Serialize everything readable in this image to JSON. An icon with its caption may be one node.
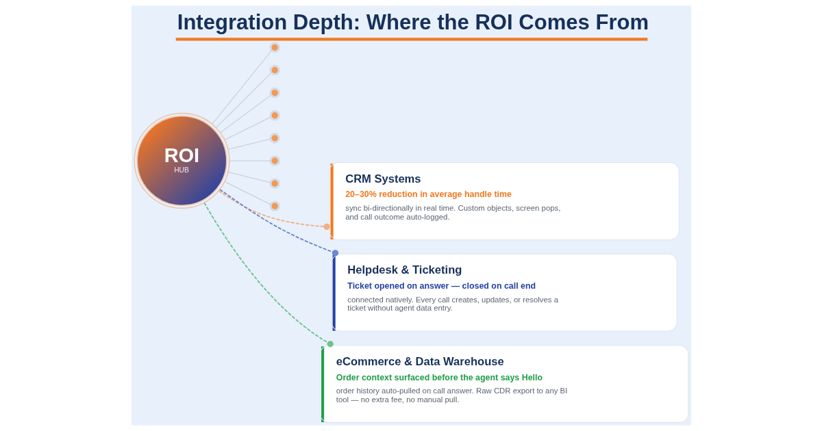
{
  "diagram": {
    "title": "Integration Depth: Where the ROI Comes From",
    "nodes": [
      {
        "text": [
          "ROI",
          "HUB"
        ]
      },
      {
        "text": [],
        "shape": "circle"
      },
      {
        "text": [],
        "shape": "circle"
      },
      {
        "text": [],
        "shape": "circle"
      },
      {
        "text": [],
        "shape": "circle"
      },
      {
        "text": [],
        "shape": "circle"
      },
      {
        "text": [],
        "shape": "circle"
      },
      {
        "text": [],
        "shape": "circle"
      },
      {
        "text": [],
        "shape": "circle"
      },
      {
        "text": [
          "CRM Systems",
          "20–30% reduction in average handle time",
          "sync bi-directionally in real time. Custom objects, screen pops, and call outcome auto-logged."
        ]
      },
      {
        "text": [
          "Helpdesk & Ticketing",
          "Ticket opened on answer — closed on call end",
          "connected natively. Every call creates, updates, or resolves a ticket without agent data entry."
        ]
      },
      {
        "text": [
          "eCommerce & Data Warehouse",
          "Order context surfaced before the agent says Hello",
          "order history auto-pulled on call answer. Raw CDR export to any BI tool — no extra fee, no manual pull."
        ]
      }
    ],
    "edges": [
      {
        "from": 0,
        "to": 1,
        "arrow": "none"
      },
      {
        "from": 0,
        "to": 2,
        "arrow": "none"
      },
      {
        "from": 0,
        "to": 3,
        "arrow": "none"
      },
      {
        "from": 0,
        "to": 4,
        "arrow": "none"
      },
      {
        "from": 0,
        "to": 5,
        "arrow": "none"
      },
      {
        "from": 0,
        "to": 6,
        "arrow": "none"
      },
      {
        "from": 0,
        "to": 7,
        "arrow": "none"
      },
      {
        "from": 0,
        "to": 8,
        "arrow": "none"
      },
      {
        "from": 0,
        "to": 9,
        "arrow": "other",
        "style": "dashed",
        "color": "#eeb088"
      },
      {
        "from": 0,
        "to": 10,
        "arrow": "other",
        "style": "dashed",
        "color": "#6f86d0"
      },
      {
        "from": 0,
        "to": 11,
        "arrow": "other",
        "style": "dashed",
        "color": "#6cc48e"
      }
    ]
  }
}
